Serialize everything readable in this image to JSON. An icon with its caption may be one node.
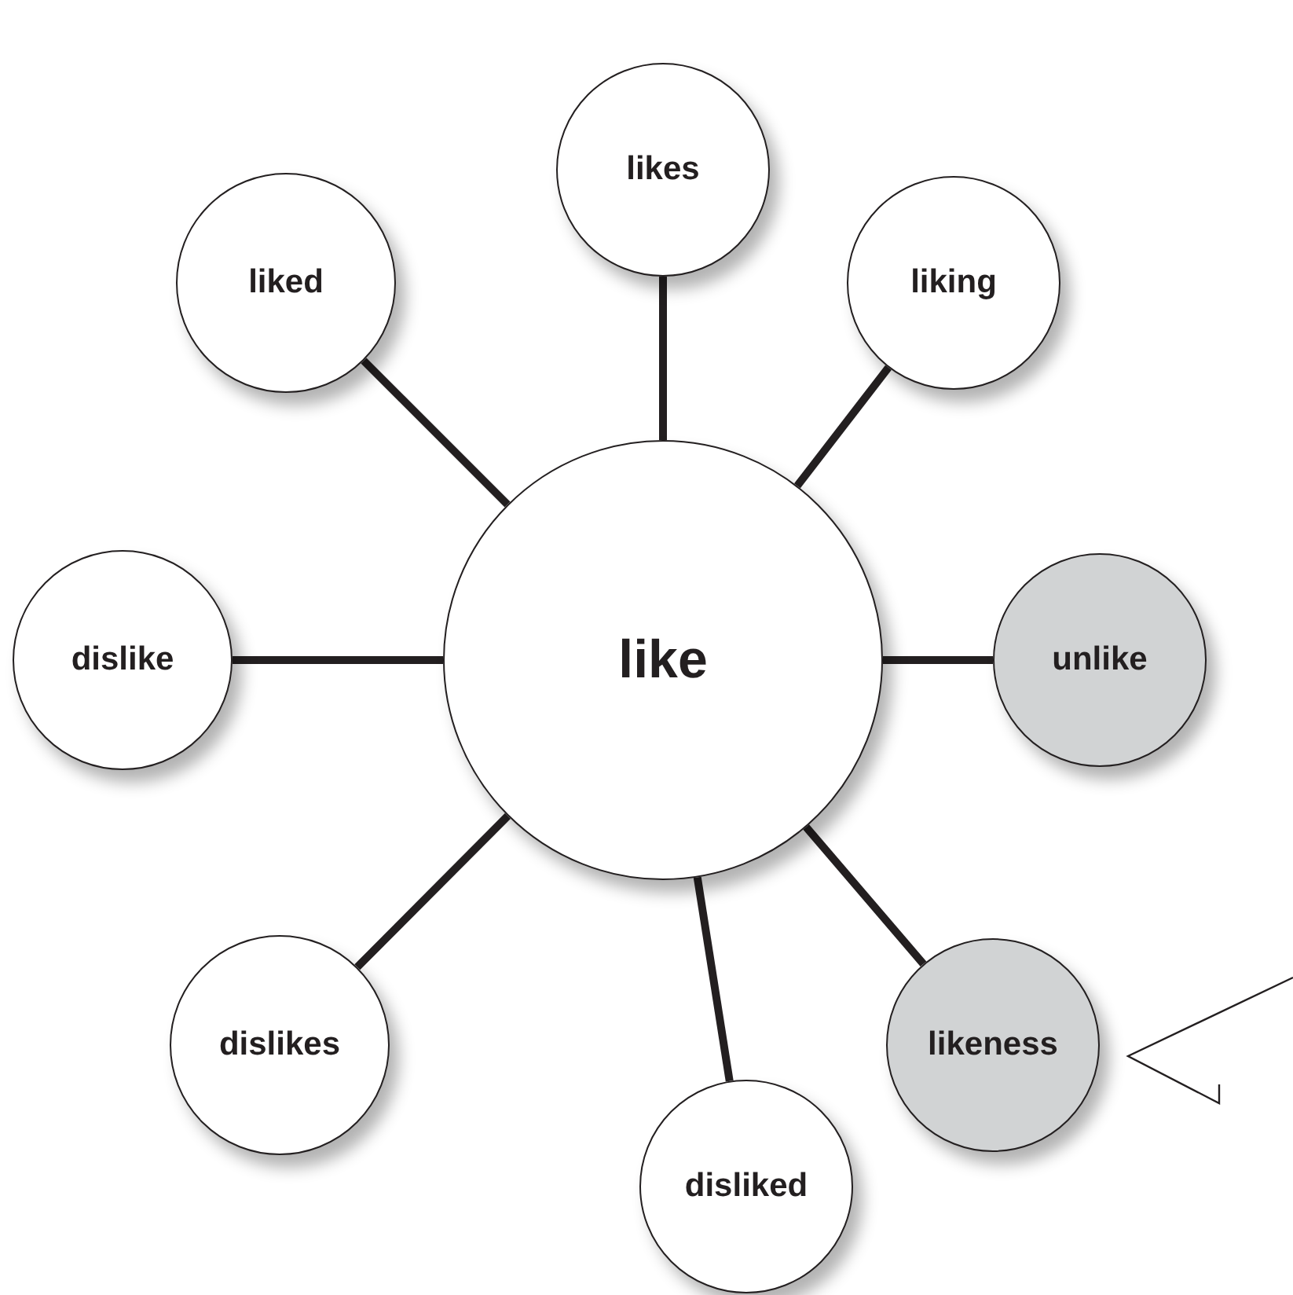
{
  "diagram": {
    "nodes": [
      {
        "text": [
          "like"
        ]
      },
      {
        "text": [
          "likes"
        ]
      },
      {
        "text": [
          "liking"
        ]
      },
      {
        "text": [
          "unlike"
        ]
      },
      {
        "text": [
          "likeness"
        ]
      },
      {
        "text": [
          "disliked"
        ]
      },
      {
        "text": [
          "dislikes"
        ]
      },
      {
        "text": [
          "dislike"
        ]
      },
      {
        "text": [
          "liked"
        ]
      }
    ],
    "edges": [
      {
        "from": 0,
        "to": 1,
        "arrow": "none"
      },
      {
        "from": 0,
        "to": 2,
        "arrow": "none"
      },
      {
        "from": 0,
        "to": 3,
        "arrow": "none"
      },
      {
        "from": 0,
        "to": 4,
        "arrow": "none"
      },
      {
        "from": 0,
        "to": 5,
        "arrow": "none"
      },
      {
        "from": 0,
        "to": 6,
        "arrow": "none"
      },
      {
        "from": 0,
        "to": 7,
        "arrow": "none"
      },
      {
        "from": 0,
        "to": 8,
        "arrow": "none"
      }
    ]
  }
}
